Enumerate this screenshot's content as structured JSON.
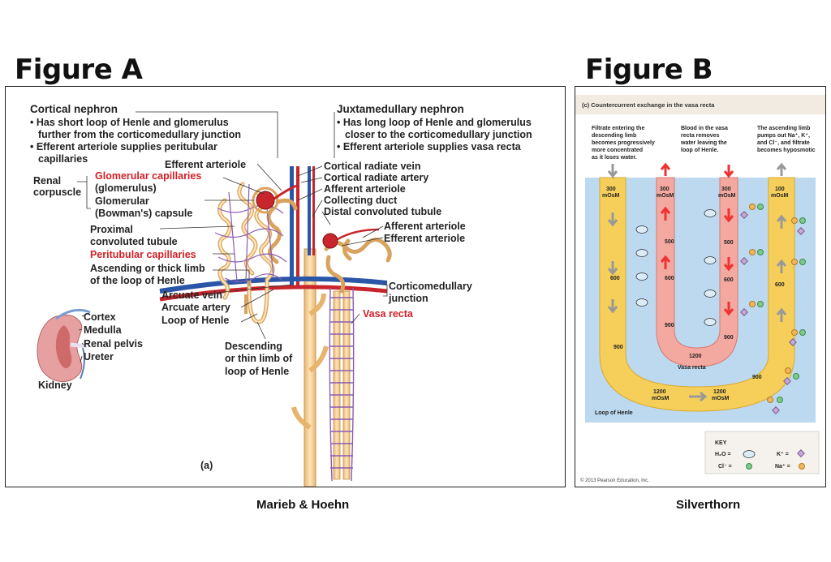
{
  "figure_a": {
    "title": "Figure A",
    "credit": "Marieb & Hoehn",
    "panel_letter": "(a)",
    "cortical": {
      "heading": "Cortical nephron",
      "bullets": [
        "• Has short loop of Henle and glomerulus",
        "further from the corticomedullary junction",
        "• Efferent arteriole supplies peritubular",
        "capillaries"
      ]
    },
    "juxtamedullary": {
      "heading": "Juxtamedullary nephron",
      "bullets": [
        "• Has long loop of Henle and glomerulus",
        "closer to the corticomedullary junction",
        "• Efferent arteriole supplies vasa recta"
      ]
    },
    "labels": {
      "efferent_arteriole_top": "Efferent arteriole",
      "renal": "Renal",
      "corpuscle": "corpuscle",
      "glomerular_capillaries": "Glomerular capillaries",
      "glomerulus": "(glomerulus)",
      "glomerular": "Glomerular",
      "bowmans_capsule": "(Bowman's) capsule",
      "proximal": "Proximal",
      "convoluted_tubule": "convoluted tubule",
      "peritubular_capillaries": "Peritubular capillaries",
      "ascending_limb_1": "Ascending or thick limb",
      "ascending_limb_2": "of the loop of Henle",
      "arcuate_vein": "Arcuate vein",
      "arcuate_artery": "Arcuate artery",
      "loop_of_henle": "Loop of Henle",
      "descending_1": "Descending",
      "descending_2": "or thin limb of",
      "descending_3": "loop of Henle",
      "cortical_radiate_vein": "Cortical radiate vein",
      "cortical_radiate_artery": "Cortical radiate artery",
      "afferent_arteriole_1": "Afferent arteriole",
      "collecting_duct": "Collecting duct",
      "distal_convoluted_tubule": "Distal convoluted tubule",
      "afferent_arteriole_2": "Afferent arteriole",
      "efferent_arteriole_2": "Efferent arteriole",
      "corticomedullary_1": "Corticomedullary",
      "corticomedullary_2": "junction",
      "vasa_recta": "Vasa recta",
      "cortex": "Cortex",
      "medulla": "Medulla",
      "renal_pelvis": "Renal pelvis",
      "ureter": "Ureter",
      "kidney": "Kidney"
    }
  },
  "figure_b": {
    "title": "Figure B",
    "credit": "Silverthorn",
    "header": "(c) Countercurrent exchange in the vasa recta",
    "captions": {
      "filtrate": [
        "Filtrate entering the",
        "descending limb",
        "becomes progressively",
        "more concentrated",
        "as it loses water."
      ],
      "blood": [
        "Blood in the vasa",
        "recta removes",
        "water leaving the",
        "loop of Henle."
      ],
      "ascending": [
        "The ascending limb",
        "pumps out Na⁺, K⁺,",
        "and Cl⁻, and filtrate",
        "becomes hyposmotic"
      ]
    },
    "osm_values": {
      "desc_300": "300",
      "desc_300_unit": "mOsM",
      "vr_left_300": "300",
      "vr_left_unit": "mOsM",
      "vr_right_300": "300",
      "vr_right_unit": "mOsM",
      "asc_100": "100",
      "asc_100_unit": "mOsM",
      "v500a": "500",
      "v500b": "500",
      "desc_600": "600",
      "vr_600a": "600",
      "vr_600b": "600",
      "asc_600": "600",
      "vr_900a": "900",
      "vr_900b": "900",
      "desc_900": "900",
      "asc_900": "900",
      "vr_1200": "1200",
      "bottom_1200a": "1200",
      "bottom_1200a_unit": "mOsM",
      "bottom_1200b": "1200",
      "bottom_1200b_unit": "mOsM"
    },
    "vasa_recta_label": "Vasa recta",
    "loop_label": "Loop of Henle",
    "key": {
      "title": "KEY",
      "h2o": "H₂O  =",
      "k": "K⁺  =",
      "cl": "Cl⁻  =",
      "na": "Na⁺  ="
    },
    "copyright": "© 2013 Pearson Education, Inc.",
    "colors": {
      "tubule": "#f6cf5a",
      "vasa_recta": "#f4a9a0",
      "interstitium": "#bcd9ef",
      "k_ion": "#c8a8d8",
      "cl_ion": "#7cc98b",
      "na_ion": "#f2b65a"
    }
  }
}
